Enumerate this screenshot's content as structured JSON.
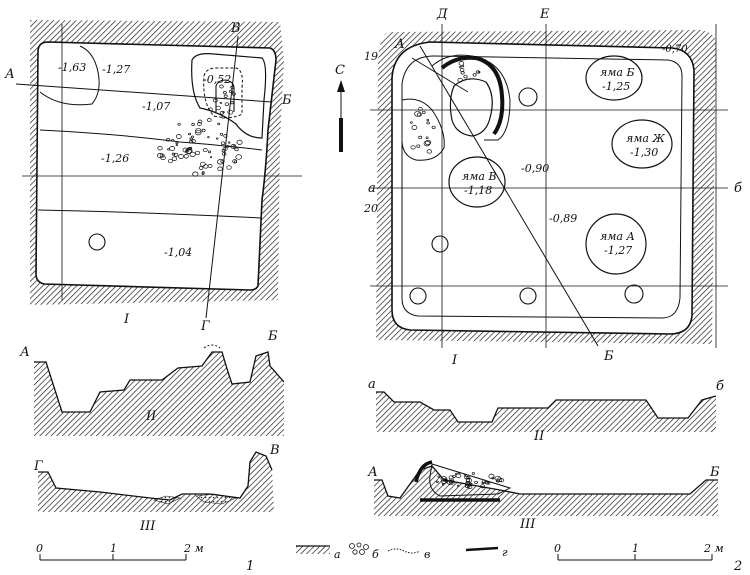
{
  "plan1": {
    "depths": [
      "-1,63",
      "-1,27",
      "-0,52",
      "-1,07",
      "-1,26",
      "-1,04"
    ],
    "letters": {
      "a": "А",
      "b": "Б",
      "v": "В",
      "g": "Г"
    },
    "numeral": "I"
  },
  "plan2": {
    "letters": {
      "a": "А",
      "d": "Д",
      "e": "Е",
      "b": "Б",
      "a2": "а",
      "b2": "б"
    },
    "grid": {
      "n19": "19",
      "n20": "20"
    },
    "north": "С",
    "top_depth": "-0,70",
    "center_depths": [
      "-0,90",
      "-0,89"
    ],
    "pits": [
      {
        "name": "яма Б",
        "depth": "-1,25"
      },
      {
        "name": "яма Ж",
        "depth": "-1,30"
      },
      {
        "name": "яма В",
        "depth": "-1,18"
      },
      {
        "name": "яма А",
        "depth": "-1,27"
      }
    ],
    "numeral": "I"
  },
  "sections1": {
    "s2": {
      "left": "А",
      "right": "Б",
      "numeral": "II"
    },
    "s3": {
      "left": "Г",
      "right": "В",
      "numeral": "III"
    }
  },
  "sections2": {
    "s2": {
      "left": "а",
      "right": "б",
      "numeral": "II"
    },
    "s3": {
      "left": "А",
      "right": "Б",
      "numeral": "III"
    }
  },
  "scale1": {
    "t0": "0",
    "t1": "1",
    "t2": "2 м",
    "fig": "1"
  },
  "scale2": {
    "t0": "0",
    "t1": "1",
    "t2": "2 м",
    "fig": "2"
  },
  "legend": {
    "a": "а",
    "b": "б",
    "v": "в",
    "g": "г"
  }
}
